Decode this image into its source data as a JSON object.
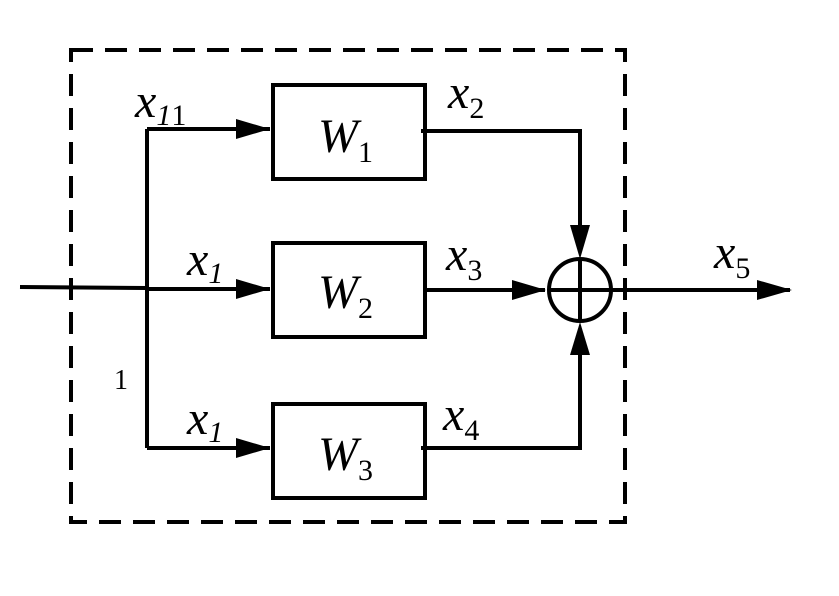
{
  "diagram": {
    "blocks": [
      {
        "id": "w1",
        "var": "W",
        "sub": "1"
      },
      {
        "id": "w2",
        "var": "W",
        "sub": "2"
      },
      {
        "id": "w3",
        "var": "W",
        "sub": "3"
      }
    ],
    "signals": {
      "x1_top": {
        "var": "x",
        "sub": "1",
        "trailing": "1"
      },
      "x1_mid": {
        "var": "x",
        "sub": "1"
      },
      "x1_bot": {
        "var": "x",
        "sub": "1"
      },
      "x2": {
        "var": "x",
        "sub": "2"
      },
      "x3": {
        "var": "x",
        "sub": "3"
      },
      "x4": {
        "var": "x",
        "sub": "4"
      },
      "x5": {
        "var": "x",
        "sub": "5"
      }
    },
    "side_label": "1"
  }
}
